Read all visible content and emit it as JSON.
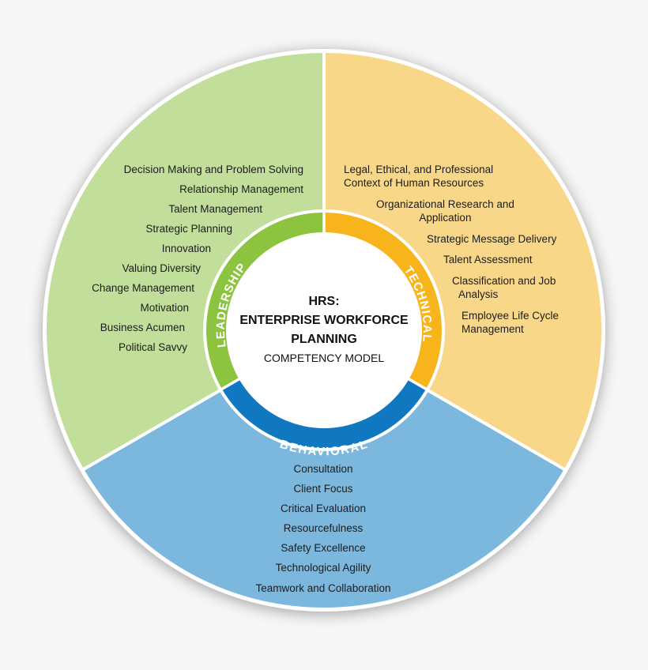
{
  "center": {
    "title_line1": "HRS:",
    "title_line2": "ENTERPRISE WORKFORCE",
    "title_line3": "PLANNING",
    "subtitle": "COMPETENCY MODEL"
  },
  "ring_labels": {
    "leadership": "LEADERSHIP",
    "technical": "TECHNICAL",
    "behavioral": "BEHAVIORAL"
  },
  "colors": {
    "background": "#f6f6f6",
    "leadership_outer": "#c2de9b",
    "leadership_ring": "#8cc43f",
    "technical_outer": "#f9d788",
    "technical_ring": "#f7b51b",
    "behavioral_outer": "#7cb8de",
    "behavioral_ring": "#0f78c0",
    "center": "#ffffff"
  },
  "leadership": {
    "items": [
      "Decision Making and Problem Solving",
      "Relationship Management",
      "Talent Management",
      "Strategic Planning",
      "Innovation",
      "Valuing Diversity",
      "Change Management",
      "Motivation",
      "Business Acumen",
      "Political Savvy"
    ]
  },
  "technical": {
    "items": [
      [
        "Legal, Ethical, and Professional",
        "Context of Human Resources"
      ],
      [
        "Organizational Research and",
        "Application"
      ],
      [
        "Strategic Message Delivery"
      ],
      [
        "Talent Assessment"
      ],
      [
        "Classification and Job",
        "Analysis"
      ],
      [
        "Employee Life Cycle",
        "Management"
      ]
    ]
  },
  "behavioral": {
    "items": [
      "Consultation",
      "Client Focus",
      "Critical Evaluation",
      "Resourcefulness",
      "Safety Excellence",
      "Technological Agility",
      "Teamwork and Collaboration"
    ]
  }
}
